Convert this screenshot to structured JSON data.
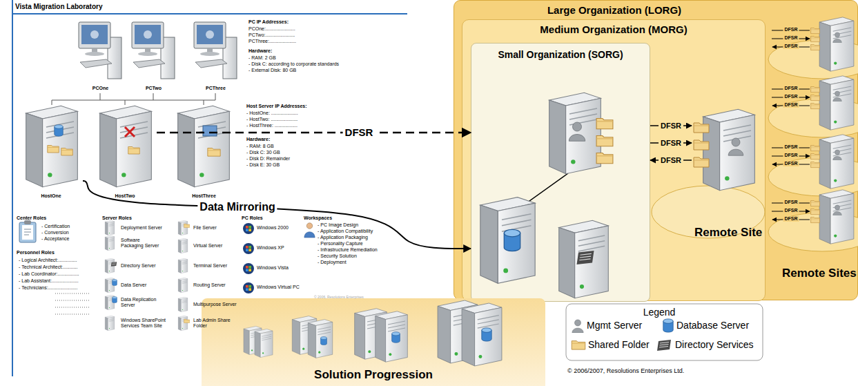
{
  "diagram": {
    "title": "Vista Migration Laboratory",
    "nodes": [
      {
        "text": [
          "PCOne"
        ]
      },
      {
        "text": [
          "PCTwo"
        ]
      },
      {
        "text": [
          "PCThree"
        ]
      },
      {
        "text": [
          "HostOne"
        ]
      },
      {
        "text": [
          "HostTwo"
        ]
      },
      {
        "text": [
          "HostThree"
        ]
      },
      {
        "text": [
          "Large Organization (LORG)"
        ]
      },
      {
        "text": [
          "Medium Organization (MORG)"
        ],
        "in": 6
      },
      {
        "text": [
          "Small Organization (SORG)"
        ],
        "in": 7
      },
      {
        "text": [
          "Remote Site"
        ],
        "in": 7
      },
      {
        "text": [
          "Solution Progression"
        ]
      }
    ],
    "edges": [
      {
        "from": 4,
        "to": 8,
        "label": "DFSR",
        "arrow": "to"
      },
      {
        "from": 3,
        "to": 8,
        "label": "Data Mirroring",
        "arrow": "to"
      },
      {
        "from": 8,
        "to": 9,
        "label": "DFSR",
        "arrow": "to"
      },
      {
        "from": 8,
        "to": 9,
        "label": "DFSR",
        "arrow": "to"
      },
      {
        "from": 9,
        "to": 8,
        "label": "DFSR",
        "arrow": "to"
      }
    ],
    "labels": [
      "PC IP Addresses:",
      "PCOne:......................",
      "PCTwo:......................",
      "PCThree:....................",
      "Hardware:",
      "- RAM: 2 GB",
      "- Disk C: according to corporate standards",
      "- External Disk: 80 GB",
      "Host Server IP Addresses:",
      "- HostOne: ....................",
      "- HostTwo: ....................",
      "- HostThree: .................",
      "Hardware:",
      "- RAM: 8 GB",
      "- Disk C: 30 GB",
      "- Disk D: Remainder",
      "- Disk E: 30 GB",
      "Center Roles",
      "- Certification",
      "- Conversion",
      "- Acceptance",
      "Personnel Roles",
      "- Logical Architect:..............",
      "- Technical Architect:...........",
      "- Lab Coordinator:................",
      "- Lab Assistant:....................",
      "- Technicians:......................",
      "Server Roles",
      "Deployment Server",
      "Software Packaging Server",
      "Directory Server",
      "Data Server",
      "Data Replication Server",
      "Windows SharePoint Services Team Site",
      "File Server",
      "Virtual Server",
      "Terminal Server",
      "Routing Server",
      "Multipurpose Server",
      "Lab Admin Share Folder",
      "PC Roles",
      "Windows 2000",
      "Windows XP",
      "Windows Vista",
      "Windows Virtual PC",
      "Workspaces",
      "- PC Image Design",
      "- Application Compatibility",
      "- Application Packaging",
      "- Personality Capture",
      "- Infrastructure Remediation",
      "- Security Solution",
      "- Deployment",
      "Remote Sites",
      "DFSR",
      "DFSR",
      "DFSR",
      "DFSR",
      "DFSR",
      "DFSR",
      "DFSR",
      "DFSR",
      "DFSR",
      "DFSR",
      "DFSR",
      "DFSR",
      "Legend",
      "© 2006/2007, Resolutions Enterprises Ltd.",
      "© 2006, Resolutions Enterprises"
    ],
    "legend": [
      {
        "text": "Mgmt Server"
      },
      {
        "text": "Database Server"
      },
      {
        "text": "Shared Folder"
      },
      {
        "text": "Directory Services"
      }
    ]
  }
}
